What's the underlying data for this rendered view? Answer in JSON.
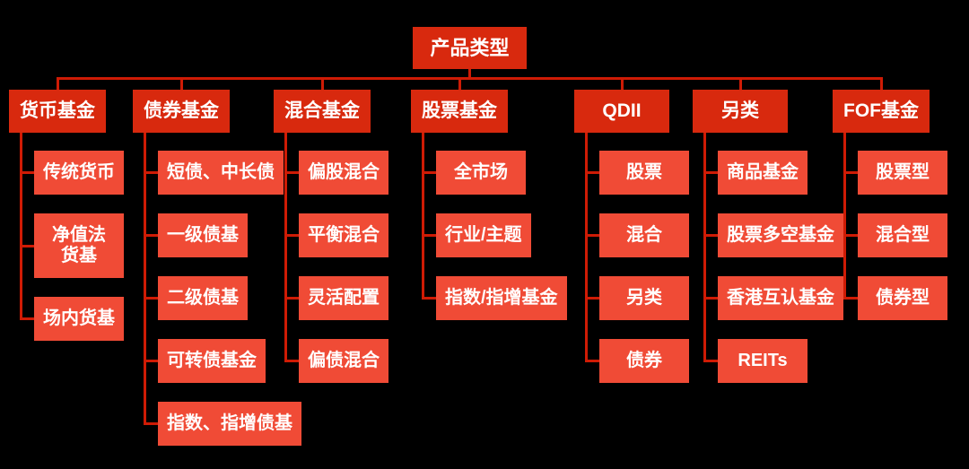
{
  "root": {
    "label": "产品类型"
  },
  "columns": [
    {
      "label": "货币基金",
      "children": [
        "传统货币",
        "净值法\n货基",
        "场内货基"
      ]
    },
    {
      "label": "债券基金",
      "children": [
        "短债、中长债",
        "一级债基",
        "二级债基",
        "可转债基金",
        "指数、指增债基"
      ]
    },
    {
      "label": "混合基金",
      "children": [
        "偏股混合",
        "平衡混合",
        "灵活配置",
        "偏债混合"
      ]
    },
    {
      "label": "股票基金",
      "children": [
        "全市场",
        "行业/主题",
        "指数/指增基金"
      ]
    },
    {
      "label": "QDII",
      "children": [
        "股票",
        "混合",
        "另类",
        "债券"
      ]
    },
    {
      "label": "另类",
      "children": [
        "商品基金",
        "股票多空基金",
        "香港互认基金",
        "REITs"
      ]
    },
    {
      "label": "FOF基金",
      "children": [
        "股票型",
        "混合型",
        "债券型"
      ]
    }
  ],
  "colors": {
    "background": "#000000",
    "root_fill": "#d8290e",
    "header_fill": "#d8290e",
    "child_fill": "#f04b36",
    "line": "#cf1b05",
    "text": "#ffffff"
  }
}
